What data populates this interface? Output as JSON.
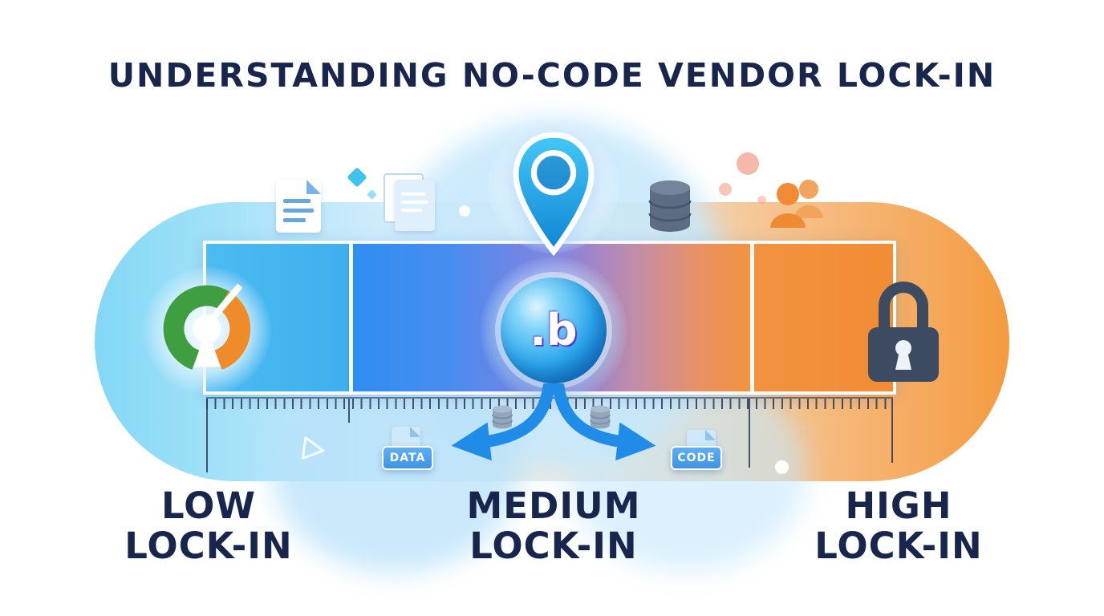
{
  "title": "UNDERSTANDING NO-CODE VENDOR LOCK-IN",
  "spectrum": {
    "levels": [
      {
        "id": "low",
        "line1": "LOW",
        "line2": "LOCK-IN"
      },
      {
        "id": "medium",
        "line1": "MEDIUM",
        "line2": "LOCK-IN"
      },
      {
        "id": "high",
        "line1": "HIGH",
        "line2": "LOCK-IN"
      }
    ]
  },
  "badges": {
    "data": "DATA",
    "code": "CODE"
  },
  "center_logo": {
    "letter": ".b"
  },
  "icons": {
    "left_marker": "open-source-icon",
    "center_marker": "bubble-logo-sphere",
    "center_top": "location-pin-icon",
    "right_marker": "lock-icon",
    "decorative": [
      "document-icon",
      "documents-icon",
      "database-icon",
      "users-icon",
      "diamond-icon",
      "play-outline-icon",
      "database-small-icon",
      "data-file-icon",
      "code-file-icon",
      "arrow-left-icon",
      "arrow-right-icon"
    ]
  },
  "colors": {
    "navy_text": "#18254d",
    "low_blue": "#45b6ef",
    "mid_blue": "#2e8ff0",
    "mid_purple": "#8c82dd",
    "high_orange": "#f28c35",
    "arrow_blue": "#1f8ce8",
    "badge_blue": "#4aa2ea",
    "lock_slate": "#3c4b61",
    "open_source_green": "#3f9e3f",
    "open_source_orange": "#ef8c2a",
    "pill_left_cyan": "#82d8f6",
    "pill_right_orange": "#f49b40"
  }
}
